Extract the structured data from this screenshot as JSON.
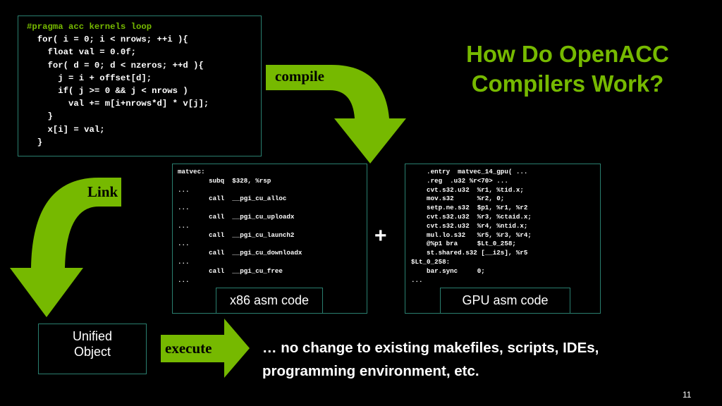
{
  "title": "How Do OpenACC Compilers Work?",
  "source_code": {
    "pragma": "#pragma acc kernels loop",
    "lines": [
      "  for( i = 0; i < nrows; ++i ){",
      "    float val = 0.0f;",
      "    for( d = 0; d < nzeros; ++d ){",
      "      j = i + offset[d];",
      "      if( j >= 0 && j < nrows )",
      "        val += m[i+nrows*d] * v[j];",
      "    }",
      "    x[i] = val;",
      "  }"
    ]
  },
  "compile_label": "compile",
  "link_label": "Link",
  "execute_label": "execute",
  "x86": {
    "code": "matvec:\n        subq  $328, %rsp\n...\n        call  __pgi_cu_alloc\n...\n        call  __pgi_cu_uploadx\n...\n        call  __pgi_cu_launch2\n...\n        call  __pgi_cu_downloadx\n...\n        call  __pgi_cu_free\n...",
    "caption": "x86 asm code"
  },
  "plus": "+",
  "gpu": {
    "code": "    .entry  matvec_14_gpu( ...\n    .reg  .u32 %r<70> ...\n    cvt.s32.u32  %r1, %tid.x;\n    mov.s32      %r2, 0;\n    setp.ne.s32  $p1, %r1, %r2\n    cvt.s32.u32  %r3, %ctaid.x;\n    cvt.s32.u32  %r4, %ntid.x;\n    mul.lo.s32   %r5, %r3, %r4;\n    @%p1 bra     $Lt_0_258;\n    st.shared.s32 [__i2s], %r5\n$Lt_0_258:\n    bar.sync     0;\n...",
    "caption": "GPU asm code"
  },
  "unified_object": {
    "line1": "Unified",
    "line2": "Object"
  },
  "note": {
    "line1": "… no change to existing makefiles, scripts, IDEs,",
    "line2": "programming environment, etc."
  },
  "page_number": "11",
  "colors": {
    "accent": "#76b900",
    "border": "#2a7f6f",
    "background": "#000000"
  }
}
